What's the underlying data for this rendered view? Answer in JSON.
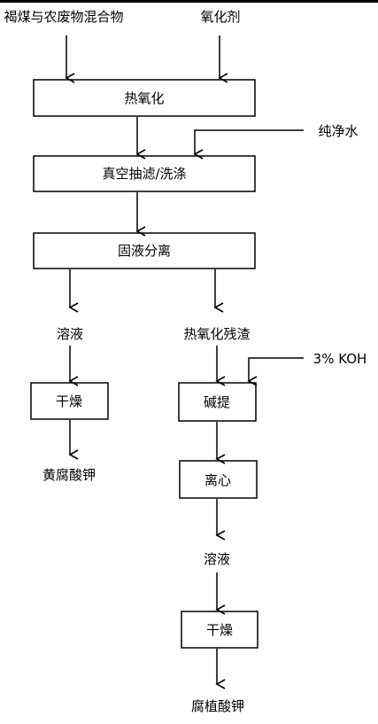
{
  "inputs": {
    "raw_material": "褐煤与农废物混合物",
    "oxidant": "氧化剂",
    "pure_water": "纯净水",
    "koh": "3% KOH"
  },
  "steps": {
    "thermal_oxidation": "热氧化",
    "vacuum_filter_wash": "真空抽滤/洗涤",
    "solid_liquid_separation": "固液分离",
    "dry_left": "干燥",
    "alkali_extraction": "碱提",
    "centrifuge": "离心",
    "dry_right": "干燥"
  },
  "intermediates": {
    "solution_left": "溶液",
    "thermal_oxidation_residue": "热氧化残渣",
    "solution_right": "溶液"
  },
  "products": {
    "potassium_fulvate": "黄腐酸钾",
    "potassium_humate": "腐植酸钾"
  }
}
